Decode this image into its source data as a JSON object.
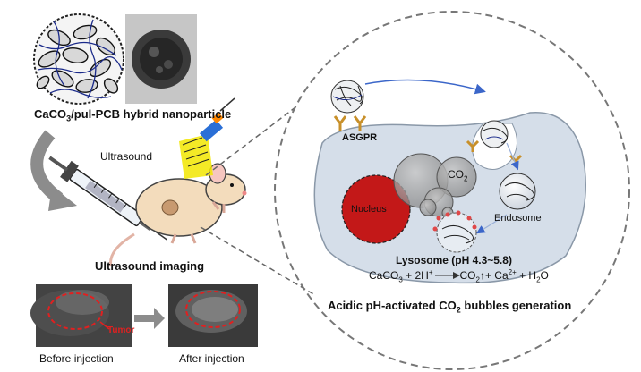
{
  "labels": {
    "nanoparticle_pre": "CaCO",
    "nanoparticle_sub": "3",
    "nanoparticle_post": "/pul-PCB hybrid nanoparticle",
    "ultrasound": "Ultrasound",
    "ultrasound_imaging": "Ultrasound imaging",
    "tumor": "Tumor",
    "before_injection": "Before injection",
    "after_injection": "After injection",
    "asgpr": "ASGPR",
    "nucleus": "Nucleus",
    "co2_pre": "CO",
    "co2_sub": "2",
    "endosome": "Endosome",
    "lysosome": "Lysosome (pH 4.3~5.8)",
    "eq_caco": "CaCO",
    "eq_3": "3",
    "eq_plus": " + 2H",
    "eq_hplus": "+",
    "eq_co": "CO",
    "eq_2": "2",
    "eq_up": "↑+ Ca",
    "eq_2plus": "2+",
    "eq_end": " + H",
    "eq_h2osub": "2",
    "eq_o": "O",
    "bubbles_pre": "Acidic pH-activated CO",
    "bubbles_sub": "2",
    "bubbles_post": " bubbles generation"
  },
  "colors": {
    "cell_fill": "#d5dee9",
    "cell_stroke": "#8a98a8",
    "nucleus": "#c31818",
    "receptor": "#c8902a",
    "gray_arrow": "#8c8c8c",
    "blue_arrow": "#3b66c9",
    "tumor_outline": "#e02020",
    "ultrasound_beam": "#f2e600"
  }
}
